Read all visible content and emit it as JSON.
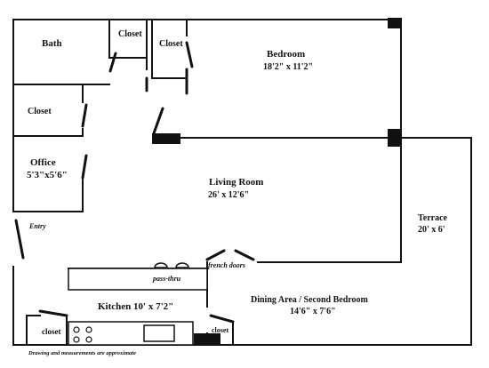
{
  "rooms": {
    "bath": {
      "name": "Bath"
    },
    "closet_top": {
      "name": "Closet"
    },
    "closet_bedroom": {
      "name": "Closet"
    },
    "bedroom": {
      "name": "Bedroom",
      "dims": "18'2\" x 11'2\""
    },
    "closet_left": {
      "name": "Closet"
    },
    "office": {
      "name": "Office",
      "dims": "5'3\"x5'6\""
    },
    "living": {
      "name": "Living Room",
      "dims": "26' x 12'6\""
    },
    "terrace": {
      "name": "Terrace",
      "dims": "20' x 6'"
    },
    "kitchen": {
      "name": "Kitchen 10' x 7'2\""
    },
    "dining": {
      "name": "Dining Area / Second Bedroom",
      "dims": "14'6\" x 7'6\""
    },
    "closet_kitchen": {
      "name": "closet"
    },
    "closet_small": {
      "name": "closet"
    }
  },
  "labels": {
    "entry": "Entry",
    "french_doors": "french doors",
    "pass_thru": "pass-thru"
  },
  "footnote": "Drawing and measurements are approximate"
}
